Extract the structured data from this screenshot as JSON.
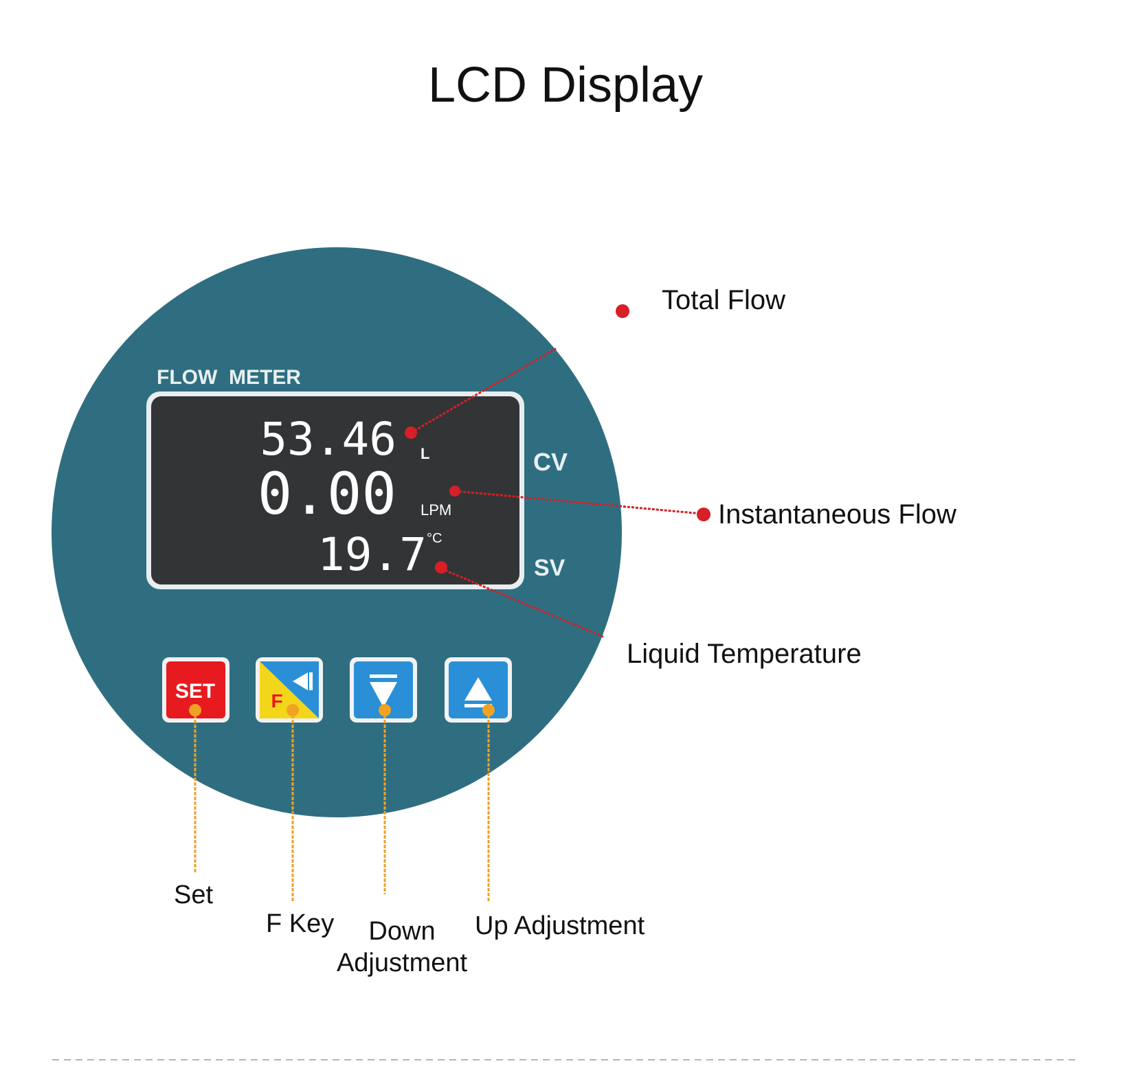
{
  "title": "LCD Display",
  "device": {
    "label": "FLOW  METER",
    "cv_label": "CV",
    "sv_label": "SV",
    "readings": {
      "total_flow": {
        "value": "53.46",
        "unit": "L"
      },
      "instantaneous_flow": {
        "value": "0.00",
        "unit": "LPM"
      },
      "temperature": {
        "value": "19.7",
        "unit": "°C"
      }
    }
  },
  "buttons": {
    "set": "SET",
    "f": "F"
  },
  "callouts": {
    "total_flow": "Total Flow",
    "instantaneous_flow": "Instantaneous Flow",
    "liquid_temperature": "Liquid Temperature",
    "set": "Set",
    "f_key": "F Key",
    "down_line1": "Down",
    "down_line2": "Adjustment",
    "up": "Up Adjustment"
  },
  "colors": {
    "body": "#2f6e80",
    "lcd": "#333436",
    "set_button": "#e61a1f",
    "f_button_yellow": "#f3d61a",
    "f_button_blue": "#2a8fd6",
    "arrow_button": "#2a8fd6",
    "leader_red": "#d61f26",
    "leader_orange": "#f0a224"
  },
  "icons": [
    "set-button-icon",
    "f-key-triangle-icon",
    "down-triangle-icon",
    "up-triangle-icon"
  ]
}
